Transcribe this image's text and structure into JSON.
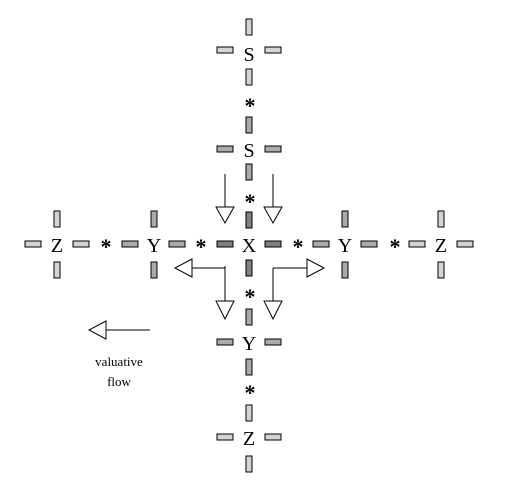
{
  "nodes": {
    "s_top": "S",
    "s_upper": "S",
    "x_center": "X",
    "y_left": "Y",
    "z_left": "Z",
    "y_right": "Y",
    "z_right": "Z",
    "y_bottom": "Y",
    "z_bottom": "Z"
  },
  "connector": "*",
  "legend": {
    "line1": "valuative",
    "line2": "flow"
  },
  "colors": {
    "bar_light": "#d4d4d4",
    "bar_medium": "#aaaaaa",
    "bar_dark": "#808080",
    "stroke": "#000000",
    "background": "#ffffff"
  }
}
